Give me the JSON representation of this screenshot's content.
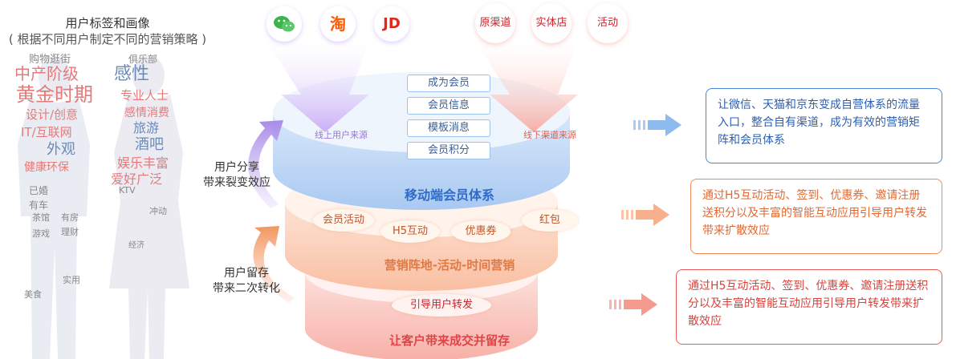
{
  "portrait": {
    "title": "用户标签和画像",
    "subtitle": "( 根据不同用户制定不同的营销策略 )",
    "cloud_words": [
      {
        "text": "中产阶级",
        "color": "#e47a7a",
        "size": 20
      },
      {
        "text": "黄金时期",
        "color": "#e47a7a",
        "size": 24
      },
      {
        "text": "设计/创意",
        "color": "#e47a7a",
        "size": 15
      },
      {
        "text": "IT/互联网",
        "color": "#e47a7a",
        "size": 15
      },
      {
        "text": "外观",
        "color": "#6a8bb8",
        "size": 18
      },
      {
        "text": "健康环保",
        "color": "#e47a7a",
        "size": 14
      },
      {
        "text": "购物逛街",
        "color": "#888888",
        "size": 13
      },
      {
        "text": "感性",
        "color": "#6a8bb8",
        "size": 22
      },
      {
        "text": "专业人士",
        "color": "#e47a7a",
        "size": 15
      },
      {
        "text": "感情消费",
        "color": "#e47a7a",
        "size": 14
      },
      {
        "text": "旅游",
        "color": "#6a8bb8",
        "size": 16
      },
      {
        "text": "酒吧",
        "color": "#6a8bb8",
        "size": 18
      },
      {
        "text": "娱乐丰富",
        "color": "#e47a7a",
        "size": 16
      },
      {
        "text": "爱好广泛",
        "color": "#e47a7a",
        "size": 16
      },
      {
        "text": "俱乐部",
        "color": "#888888",
        "size": 12
      },
      {
        "text": "KTV",
        "color": "#888888",
        "size": 11
      },
      {
        "text": "已婚",
        "color": "#888888",
        "size": 12
      },
      {
        "text": "有车",
        "color": "#888888",
        "size": 12
      },
      {
        "text": "茶馆",
        "color": "#888888",
        "size": 11
      },
      {
        "text": "游戏",
        "color": "#888888",
        "size": 11
      },
      {
        "text": "有房",
        "color": "#888888",
        "size": 11
      },
      {
        "text": "理财",
        "color": "#888888",
        "size": 11
      },
      {
        "text": "实用",
        "color": "#888888",
        "size": 11
      },
      {
        "text": "美食",
        "color": "#888888",
        "size": 11
      },
      {
        "text": "冲动",
        "color": "#888888",
        "size": 11
      },
      {
        "text": "经济",
        "color": "#888888",
        "size": 10
      }
    ]
  },
  "sources": {
    "online_icons": [
      {
        "name": "wechat-icon",
        "text": ""
      },
      {
        "name": "taobao-icon",
        "text": "淘"
      },
      {
        "name": "jd-icon",
        "text": "JD"
      }
    ],
    "offline_channels": [
      "原渠道",
      "实体店",
      "活动"
    ],
    "online_label": "线上用户来源",
    "offline_label": "线下渠道来源"
  },
  "layers": {
    "top": {
      "title": "移动端会员体系",
      "items": [
        "成为会员",
        "会员信息",
        "模板消息",
        "会员积分"
      ]
    },
    "middle": {
      "title": "营销阵地-活动-时间营销",
      "items": [
        "会员活动",
        "H5互动",
        "优惠券",
        "红包"
      ]
    },
    "bottom": {
      "title": "让客户带来成交并留存",
      "items": [
        "引导用户转发"
      ]
    }
  },
  "side_labels": {
    "share": [
      "用户分享",
      "带来裂变效应"
    ],
    "retain": [
      "用户留存",
      "带来二次转化"
    ]
  },
  "descriptions": {
    "top": "让微信、天猫和京东变成自营体系的流量入口，整合自有渠道，成为有效的营销矩阵和会员体系",
    "middle": "通过H5互动活动、签到、优惠券、邀请注册送积分以及丰富的智能互动应用引导用户转发带来扩散效应",
    "bottom": "通过H5互动活动、签到、优惠券、邀请注册送积分以及丰富的智能互动应用引导用户转发带来扩散效应"
  },
  "colors": {
    "blue": "#4a86d8",
    "orange": "#f08a5a",
    "red": "#e85a5a",
    "purple": "#b48cf0"
  }
}
